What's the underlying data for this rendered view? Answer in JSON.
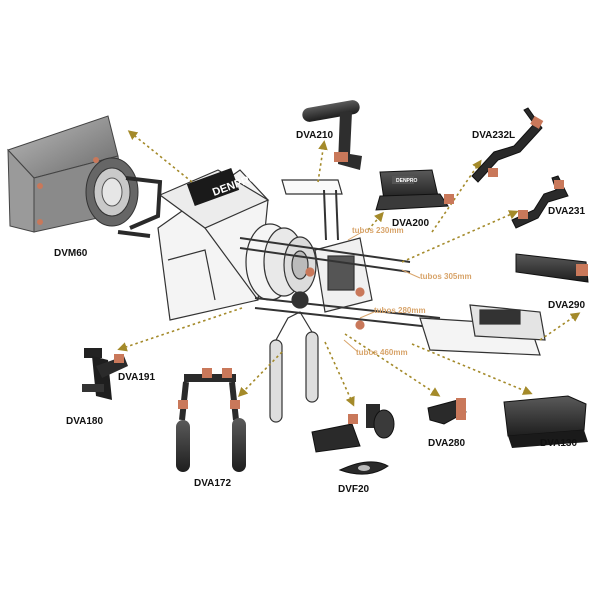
{
  "brand_logo": "DENPRO",
  "part_labels": {
    "dvm60": "DVM60",
    "dva210": "DVA210",
    "dva232l": "DVA232L",
    "dva200": "DVA200",
    "dva231": "DVA231",
    "dva290": "DVA290",
    "dva191": "DVA191",
    "dva180": "DVA180",
    "dva172": "DVA172",
    "dvf20": "DVF20",
    "dva280": "DVA280",
    "dva130": "DVA130"
  },
  "tube_labels": {
    "t230": "tubos 230mm",
    "t305": "tubos 305mm",
    "t280": "tubos 280mm",
    "t460": "tubos 460mm"
  },
  "colors": {
    "leader": "#a48a2a",
    "tube_text": "#d8a46a",
    "accent_knob": "#c9785a",
    "dark_part": "#2a2a2a",
    "rig_line": "#333333"
  },
  "icons": {
    "arrowhead": "arrowhead-icon"
  }
}
